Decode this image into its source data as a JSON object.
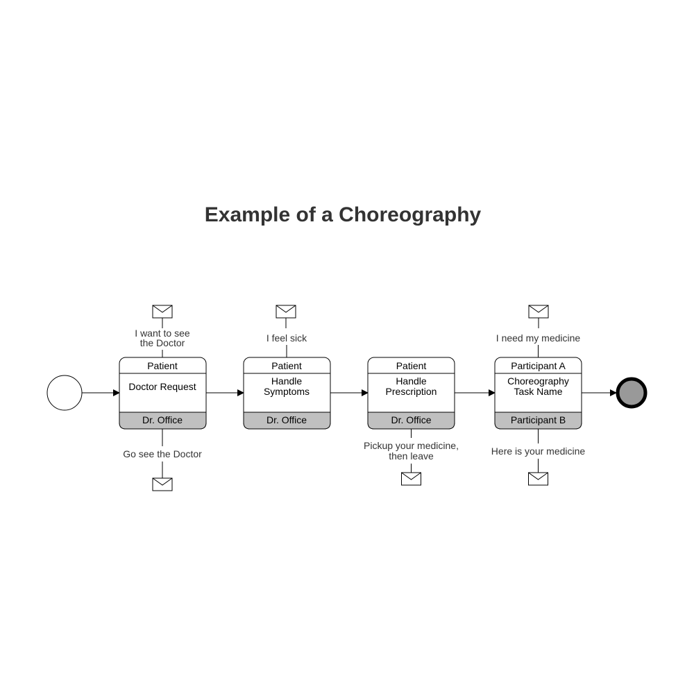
{
  "title": "Example of a Choreography",
  "tasks": [
    {
      "top_participant": "Patient",
      "name_lines": [
        "Doctor Request"
      ],
      "bottom_participant": "Dr. Office",
      "top_message": [
        "I want to see",
        "the Doctor"
      ],
      "bottom_message": [
        "Go see the Doctor"
      ]
    },
    {
      "top_participant": "Patient",
      "name_lines": [
        "Handle",
        "Symptoms"
      ],
      "bottom_participant": "Dr. Office",
      "top_message": [
        "I feel sick"
      ],
      "bottom_message": []
    },
    {
      "top_participant": "Patient",
      "name_lines": [
        "Handle",
        "Prescription"
      ],
      "bottom_participant": "Dr. Office",
      "top_message": [],
      "bottom_message": [
        "Pickup your medicine,",
        "then leave"
      ]
    },
    {
      "top_participant": "Participant A",
      "name_lines": [
        "Choreography",
        "Task Name"
      ],
      "bottom_participant": "Participant B",
      "top_message": [
        "I need my medicine"
      ],
      "bottom_message": [
        "Here is your medicine"
      ]
    }
  ],
  "colors": {
    "band_fill": "#c0c0c0",
    "end_event_fill": "#999999"
  }
}
